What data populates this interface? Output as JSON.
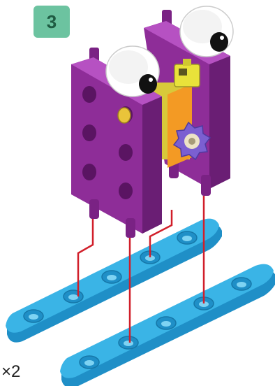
{
  "step": {
    "number": "3"
  },
  "quantity": {
    "label": "×2"
  },
  "colors": {
    "badge": "#6cc3a0",
    "purple_frame": "#8e2d98",
    "blue_beam": "#3ab4e6",
    "guide_line": "#d11f2a",
    "yellow_part": "#e9e23a",
    "orange_part": "#f39a24",
    "gear": "#7b5fd1"
  },
  "icons": [
    "step-number-badge",
    "purple-frame-piece",
    "googly-eye",
    "blue-beam-piece",
    "assembly-guide-line"
  ]
}
